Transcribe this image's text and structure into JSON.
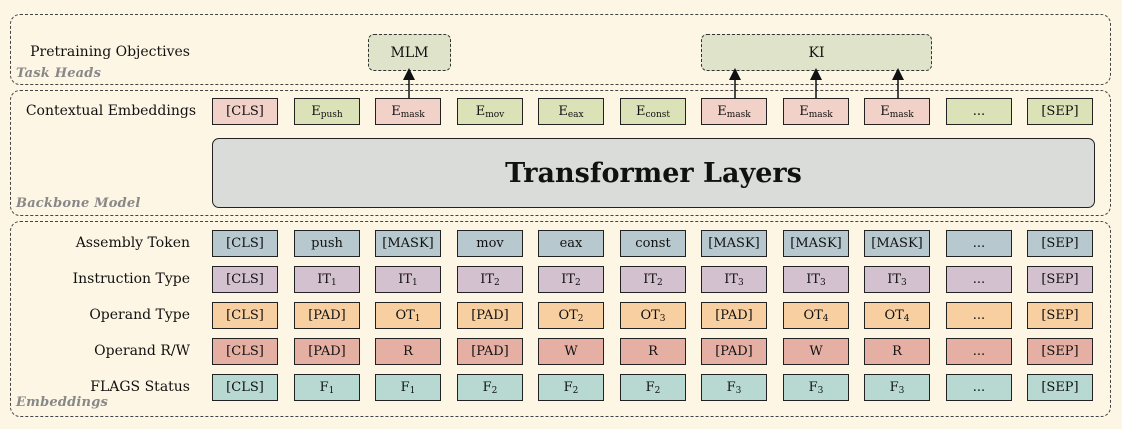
{
  "sections": {
    "task_heads": "Task Heads",
    "backbone": "Backbone Model",
    "embeddings": "Embeddings"
  },
  "task_heads": {
    "row_label": "Pretraining Objectives",
    "mlm": "MLM",
    "ki": "KI"
  },
  "backbone": {
    "row_label": "Contextual Embeddings",
    "transformer_label": "Transformer Layers",
    "tokens": [
      {
        "text": "[CLS]",
        "sub": "",
        "color": "#f2d2c8"
      },
      {
        "text": "E",
        "sub": "push",
        "color": "#dbe2b7"
      },
      {
        "text": "E",
        "sub": "mask",
        "color": "#f2d2c8"
      },
      {
        "text": "E",
        "sub": "mov",
        "color": "#dbe2b7"
      },
      {
        "text": "E",
        "sub": "eax",
        "color": "#dbe2b7"
      },
      {
        "text": "E",
        "sub": "const",
        "color": "#dbe2b7"
      },
      {
        "text": "E",
        "sub": "mask",
        "color": "#f2d2c8"
      },
      {
        "text": "E",
        "sub": "mask",
        "color": "#f2d2c8"
      },
      {
        "text": "E",
        "sub": "mask",
        "color": "#f2d2c8"
      },
      {
        "text": "...",
        "sub": "",
        "color": "#dbe2b7"
      },
      {
        "text": "[SEP]",
        "sub": "",
        "color": "#dbe2b7"
      }
    ]
  },
  "embeddings": {
    "rows": [
      {
        "label": "Assembly Token",
        "color": "#b7c8cf",
        "cells": [
          {
            "text": "[CLS]",
            "sub": ""
          },
          {
            "text": "push",
            "sub": ""
          },
          {
            "text": "[MASK]",
            "sub": ""
          },
          {
            "text": "mov",
            "sub": ""
          },
          {
            "text": "eax",
            "sub": ""
          },
          {
            "text": "const",
            "sub": ""
          },
          {
            "text": "[MASK]",
            "sub": ""
          },
          {
            "text": "[MASK]",
            "sub": ""
          },
          {
            "text": "[MASK]",
            "sub": ""
          },
          {
            "text": "...",
            "sub": ""
          },
          {
            "text": "[SEP]",
            "sub": ""
          }
        ]
      },
      {
        "label": "Instruction Type",
        "color": "#d3c1cf",
        "cells": [
          {
            "text": "[CLS]",
            "sub": ""
          },
          {
            "text": "IT",
            "sub": "1"
          },
          {
            "text": "IT",
            "sub": "1"
          },
          {
            "text": "IT",
            "sub": "2"
          },
          {
            "text": "IT",
            "sub": "2"
          },
          {
            "text": "IT",
            "sub": "2"
          },
          {
            "text": "IT",
            "sub": "3"
          },
          {
            "text": "IT",
            "sub": "3"
          },
          {
            "text": "IT",
            "sub": "3"
          },
          {
            "text": "...",
            "sub": ""
          },
          {
            "text": "[SEP]",
            "sub": ""
          }
        ]
      },
      {
        "label": "Operand Type",
        "color": "#f8cfa0",
        "cells": [
          {
            "text": "[CLS]",
            "sub": ""
          },
          {
            "text": "[PAD]",
            "sub": ""
          },
          {
            "text": "OT",
            "sub": "1"
          },
          {
            "text": "[PAD]",
            "sub": ""
          },
          {
            "text": "OT",
            "sub": "2"
          },
          {
            "text": "OT",
            "sub": "3"
          },
          {
            "text": "[PAD]",
            "sub": ""
          },
          {
            "text": "OT",
            "sub": "4"
          },
          {
            "text": "OT",
            "sub": "4"
          },
          {
            "text": "...",
            "sub": ""
          },
          {
            "text": "[SEP]",
            "sub": ""
          }
        ]
      },
      {
        "label": "Operand R/W",
        "color": "#e5b0a3",
        "cells": [
          {
            "text": "[CLS]",
            "sub": ""
          },
          {
            "text": "[PAD]",
            "sub": ""
          },
          {
            "text": "R",
            "sub": ""
          },
          {
            "text": "[PAD]",
            "sub": ""
          },
          {
            "text": "W",
            "sub": ""
          },
          {
            "text": "R",
            "sub": ""
          },
          {
            "text": "[PAD]",
            "sub": ""
          },
          {
            "text": "W",
            "sub": ""
          },
          {
            "text": "R",
            "sub": ""
          },
          {
            "text": "...",
            "sub": ""
          },
          {
            "text": "[SEP]",
            "sub": ""
          }
        ]
      },
      {
        "label": "FLAGS Status",
        "color": "#b8d9d2",
        "cells": [
          {
            "text": "[CLS]",
            "sub": ""
          },
          {
            "text": "F",
            "sub": "1"
          },
          {
            "text": "F",
            "sub": "1"
          },
          {
            "text": "F",
            "sub": "2"
          },
          {
            "text": "F",
            "sub": "2"
          },
          {
            "text": "F",
            "sub": "2"
          },
          {
            "text": "F",
            "sub": "3"
          },
          {
            "text": "F",
            "sub": "3"
          },
          {
            "text": "F",
            "sub": "3"
          },
          {
            "text": "...",
            "sub": ""
          },
          {
            "text": "[SEP]",
            "sub": ""
          }
        ]
      }
    ]
  }
}
